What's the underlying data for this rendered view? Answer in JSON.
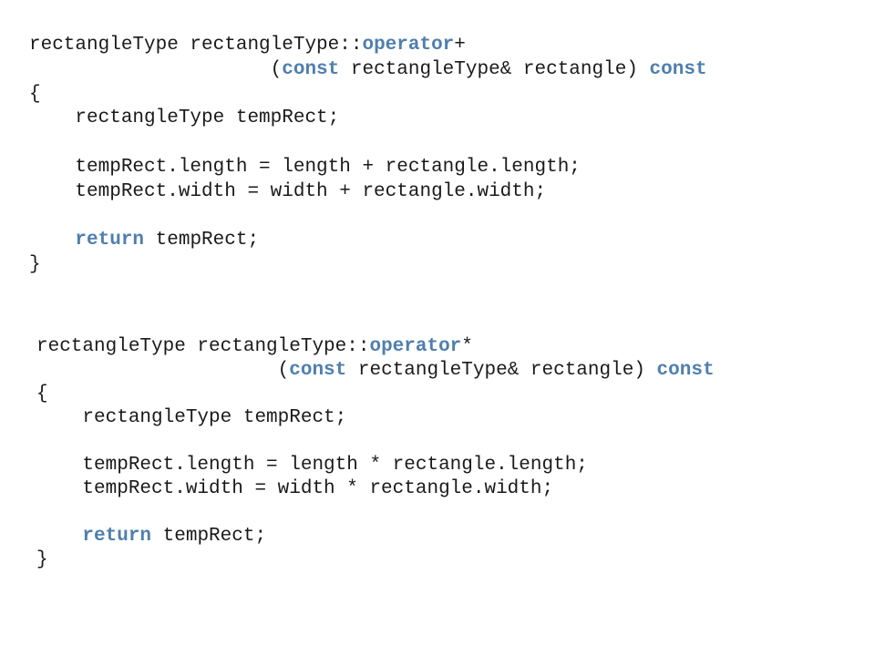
{
  "colors": {
    "text": "#1a1a1a",
    "keyword": "#4f7fae",
    "background": "#ffffff"
  },
  "blocks": [
    {
      "name": "operator-plus-definition",
      "lines": [
        [
          {
            "t": "rectangleType rectangleType::"
          },
          {
            "t": "operator",
            "k": true
          },
          {
            "t": "+"
          }
        ],
        [
          {
            "t": "                     ("
          },
          {
            "t": "const",
            "k": true
          },
          {
            "t": " rectangleType& rectangle) "
          },
          {
            "t": "const",
            "k": true
          }
        ],
        [
          {
            "t": "{"
          }
        ],
        [
          {
            "t": "    rectangleType tempRect;"
          }
        ],
        [
          {
            "t": ""
          }
        ],
        [
          {
            "t": "    tempRect.length = length + rectangle.length;"
          }
        ],
        [
          {
            "t": "    tempRect.width = width + rectangle.width;"
          }
        ],
        [
          {
            "t": ""
          }
        ],
        [
          {
            "t": "    "
          },
          {
            "t": "return",
            "k": true
          },
          {
            "t": " tempRect;"
          }
        ],
        [
          {
            "t": "}"
          }
        ]
      ]
    },
    {
      "name": "operator-multiply-definition",
      "lines": [
        [
          {
            "t": "rectangleType rectangleType::"
          },
          {
            "t": "operator",
            "k": true
          },
          {
            "t": "*"
          }
        ],
        [
          {
            "t": "                     ("
          },
          {
            "t": "const",
            "k": true
          },
          {
            "t": " rectangleType& rectangle) "
          },
          {
            "t": "const",
            "k": true
          }
        ],
        [
          {
            "t": "{"
          }
        ],
        [
          {
            "t": "    rectangleType tempRect;"
          }
        ],
        [
          {
            "t": ""
          }
        ],
        [
          {
            "t": "    tempRect.length = length * rectangle.length;"
          }
        ],
        [
          {
            "t": "    tempRect.width = width * rectangle.width;"
          }
        ],
        [
          {
            "t": ""
          }
        ],
        [
          {
            "t": "    "
          },
          {
            "t": "return",
            "k": true
          },
          {
            "t": " tempRect;"
          }
        ],
        [
          {
            "t": "}"
          }
        ]
      ]
    }
  ]
}
